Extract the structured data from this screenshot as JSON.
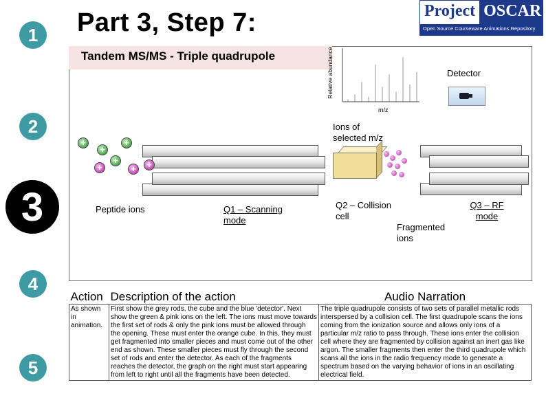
{
  "header": {
    "title": "Part 3, Step 7:",
    "logo": {
      "word1": "Project",
      "word2": "OSCAR",
      "tagline": "Open Source Courseware Animations Repository"
    }
  },
  "steps": [
    "1",
    "2",
    "3",
    "4",
    "5"
  ],
  "diagram": {
    "subtitle": "Tandem MS/MS - Triple quadrupole",
    "spectrum": {
      "y_label": "Relative abundance",
      "x_label": "m/z",
      "peaks": [
        0.05,
        0.15,
        0.4,
        0.1,
        0.75,
        0.3,
        0.55,
        0.2,
        0.9,
        0.35,
        0.6
      ]
    },
    "labels": {
      "detector": "Detector",
      "selected_ions": "Ions of selected m/z",
      "peptide_ions": "Peptide ions",
      "q1": "Q1 – Scanning mode",
      "q2": "Q2 – Collision cell",
      "fragmented": "Fragmented ions",
      "q3": "Q3 – RF mode"
    },
    "ion_symbol": "+",
    "colors": {
      "green_ion": "#2b8a2b",
      "pink_ion": "#b4289f",
      "collision_cell": "#f3dd9a",
      "step_circle": "#3e9aa3"
    }
  },
  "table": {
    "headers": {
      "action": "Action",
      "description": "Description of the action",
      "narration": "Audio Narration"
    },
    "action": "As shown in animation.",
    "description": "First show the grey rods, the cube and the blue 'detector'. Next show the green & pink ions on the left. The ions must move towards the first set of rods & only the pink ions must be allowed through the opening. These must enter the orange cube. In this, they must get fragmented into smaller pieces and must come out of the other end as shown. These smaller pieces must fly through the second set of rods and enter the detector. As each of the fragments reaches the detector, the graph on the right must start appearing from left to right until all the fragments have been detected.",
    "narration": "The triple quadrupole consists of two sets of parallel metallic rods interspersed by a collision cell. The first quadrupole scans the ions coming from the ionization source and allows only ions of a particular m/z ratio to pass through. These ions enter the collision cell where they are fragmented by collision against an inert gas like argon. The smaller fragments then enter the third quadrupole which scans all the ions in the radio frequency mode to generate a spectrum based on the varying behavior of ions in an oscillating electrical field."
  }
}
